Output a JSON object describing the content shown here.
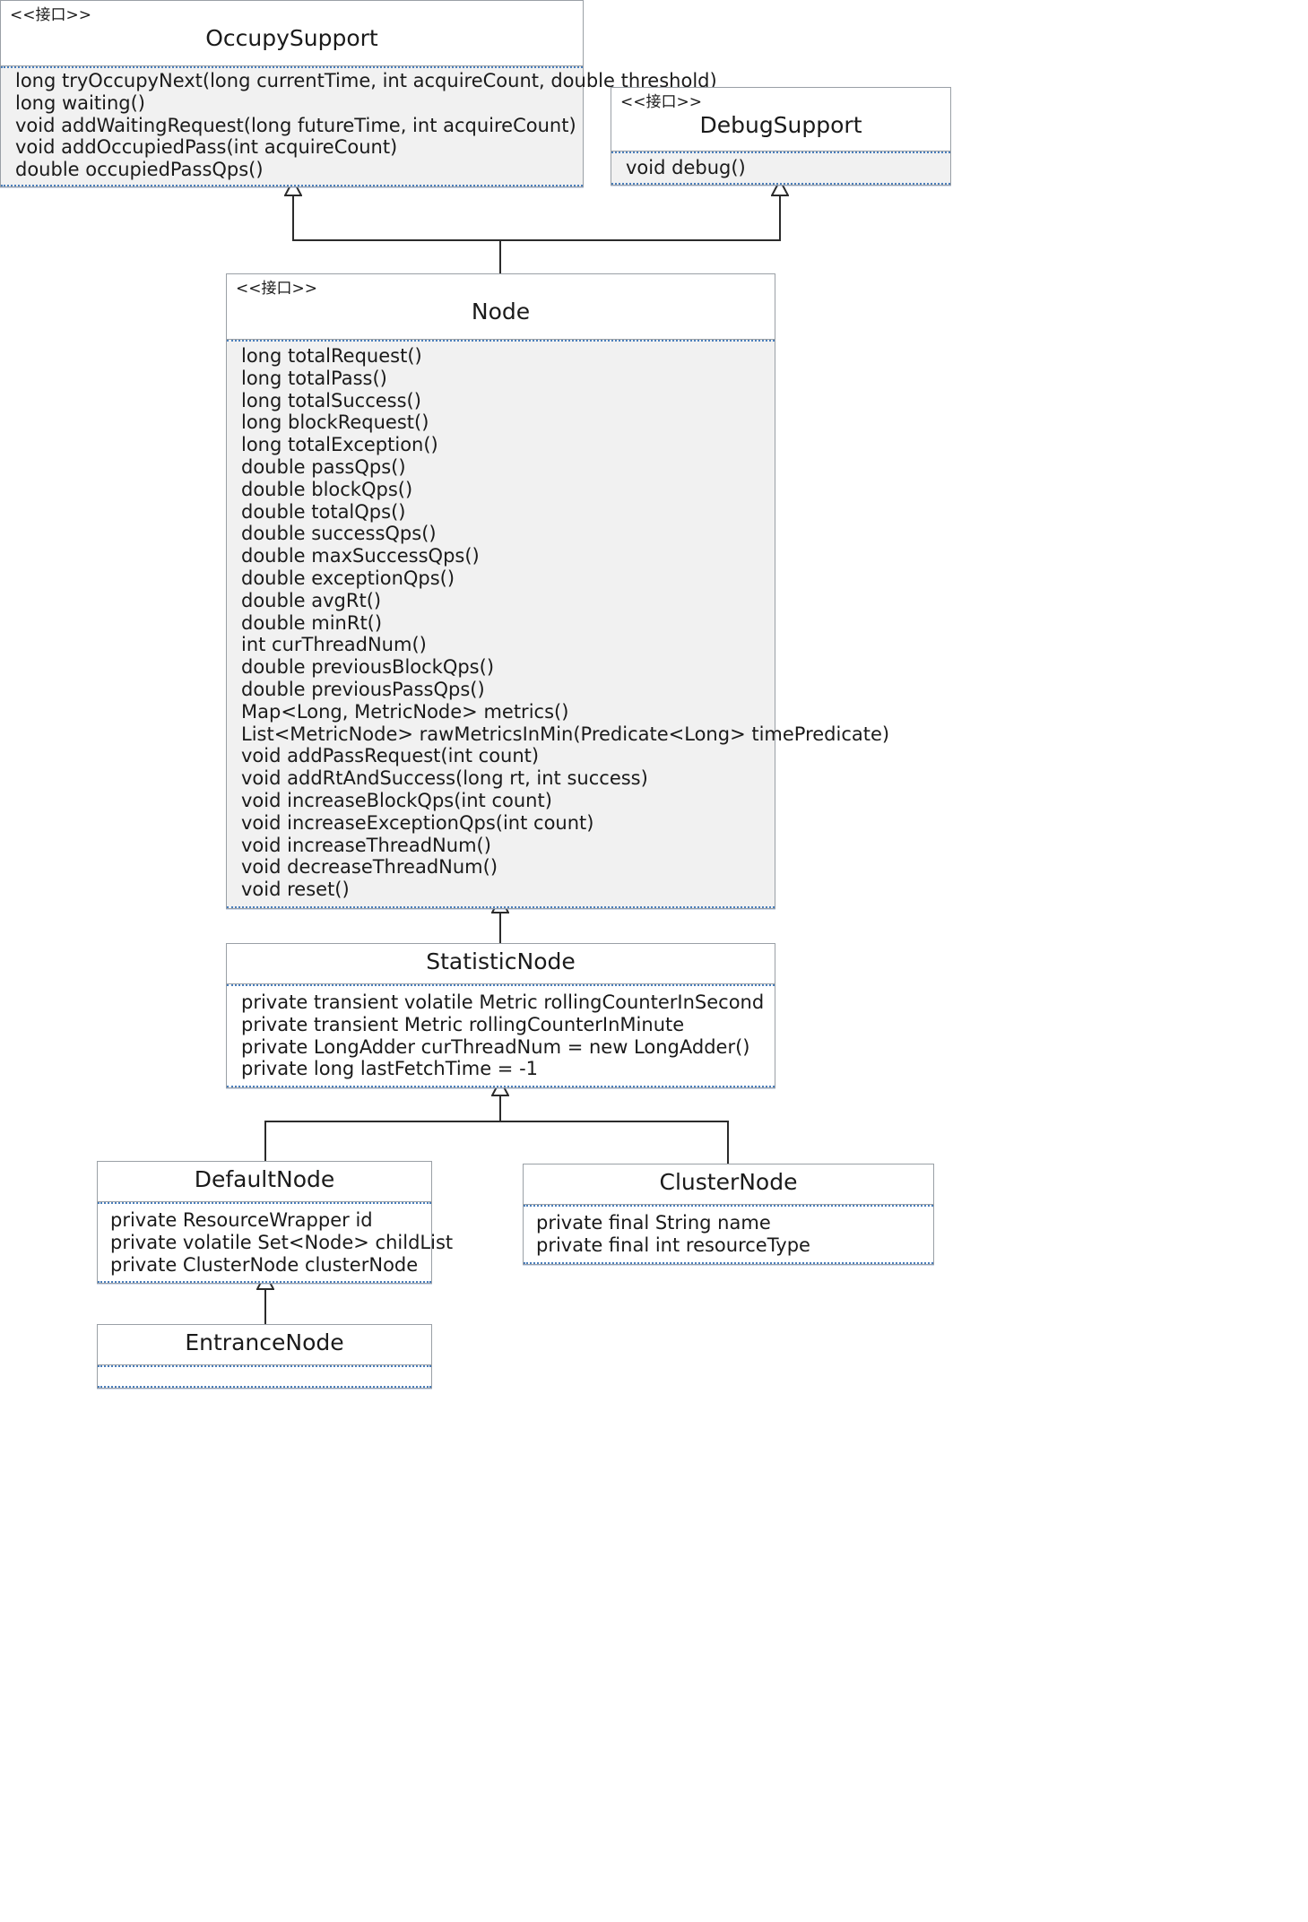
{
  "diagram": {
    "type": "uml-class-diagram",
    "stereotype_label": "<<接口>>"
  },
  "classes": {
    "occupy_support": {
      "stereotype": "<<接口>>",
      "name": "OccupySupport",
      "members": [
        "long tryOccupyNext(long currentTime, int acquireCount, double threshold)",
        "long waiting()",
        "void addWaitingRequest(long futureTime, int acquireCount)",
        "void addOccupiedPass(int acquireCount)",
        "double occupiedPassQps()"
      ]
    },
    "debug_support": {
      "stereotype": "<<接口>>",
      "name": "DebugSupport",
      "members": [
        "void debug()"
      ]
    },
    "node": {
      "stereotype": "<<接口>>",
      "name": "Node",
      "members": [
        "long totalRequest()",
        "long totalPass()",
        "long totalSuccess()",
        "long blockRequest()",
        "long totalException()",
        "double passQps()",
        "double blockQps()",
        "double totalQps()",
        "double successQps()",
        "double maxSuccessQps()",
        "double exceptionQps()",
        "double avgRt()",
        "double minRt()",
        "int curThreadNum()",
        "double previousBlockQps()",
        "double previousPassQps()",
        "Map<Long, MetricNode> metrics()",
        "List<MetricNode> rawMetricsInMin(Predicate<Long> timePredicate)",
        "void addPassRequest(int count)",
        "void addRtAndSuccess(long rt, int success)",
        "void increaseBlockQps(int count)",
        "void increaseExceptionQps(int count)",
        "void increaseThreadNum()",
        "void decreaseThreadNum()",
        "void reset()"
      ]
    },
    "statistic_node": {
      "stereotype": "",
      "name": "StatisticNode",
      "members": [
        "private transient volatile Metric rollingCounterInSecond",
        "private transient Metric rollingCounterInMinute",
        "private LongAdder curThreadNum = new LongAdder()",
        "private long lastFetchTime = -1"
      ]
    },
    "default_node": {
      "stereotype": "",
      "name": "DefaultNode",
      "members": [
        "private ResourceWrapper id",
        "private volatile Set<Node> childList",
        "private ClusterNode clusterNode"
      ]
    },
    "cluster_node": {
      "stereotype": "",
      "name": "ClusterNode",
      "members": [
        "private final String name",
        "private final int resourceType"
      ]
    },
    "entrance_node": {
      "stereotype": "",
      "name": "EntranceNode",
      "members": []
    }
  },
  "relations": [
    {
      "from": "Node",
      "to": "OccupySupport",
      "kind": "realization"
    },
    {
      "from": "Node",
      "to": "DebugSupport",
      "kind": "realization"
    },
    {
      "from": "StatisticNode",
      "to": "Node",
      "kind": "realization"
    },
    {
      "from": "DefaultNode",
      "to": "StatisticNode",
      "kind": "generalization"
    },
    {
      "from": "ClusterNode",
      "to": "StatisticNode",
      "kind": "generalization"
    },
    {
      "from": "EntranceNode",
      "to": "DefaultNode",
      "kind": "generalization"
    }
  ],
  "colors": {
    "box_border": "#9aa0a6",
    "body_fill": "#f1f1f1",
    "separator": "#4a7ebb",
    "connector": "#2b2b2b",
    "text": "#1a1a1a"
  }
}
